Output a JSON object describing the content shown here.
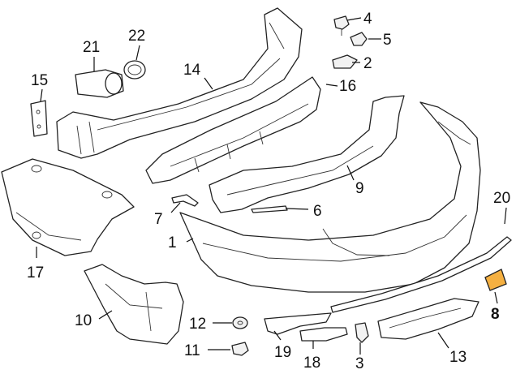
{
  "callouts": [
    {
      "id": "c1",
      "text": "1"
    },
    {
      "id": "c2",
      "text": "2"
    },
    {
      "id": "c3",
      "text": "3"
    },
    {
      "id": "c4",
      "text": "4"
    },
    {
      "id": "c5",
      "text": "5"
    },
    {
      "id": "c6",
      "text": "6"
    },
    {
      "id": "c7",
      "text": "7"
    },
    {
      "id": "c8",
      "text": "8"
    },
    {
      "id": "c9",
      "text": "9"
    },
    {
      "id": "c10",
      "text": "10"
    },
    {
      "id": "c11",
      "text": "11"
    },
    {
      "id": "c12",
      "text": "12"
    },
    {
      "id": "c13",
      "text": "13"
    },
    {
      "id": "c14",
      "text": "14"
    },
    {
      "id": "c15",
      "text": "15"
    },
    {
      "id": "c16",
      "text": "16"
    },
    {
      "id": "c17",
      "text": "17"
    },
    {
      "id": "c18",
      "text": "18"
    },
    {
      "id": "c19",
      "text": "19"
    },
    {
      "id": "c20",
      "text": "20"
    },
    {
      "id": "c21",
      "text": "21"
    },
    {
      "id": "c22",
      "text": "22"
    }
  ],
  "highlight_color": "#f5b041",
  "highlighted_part": "8"
}
